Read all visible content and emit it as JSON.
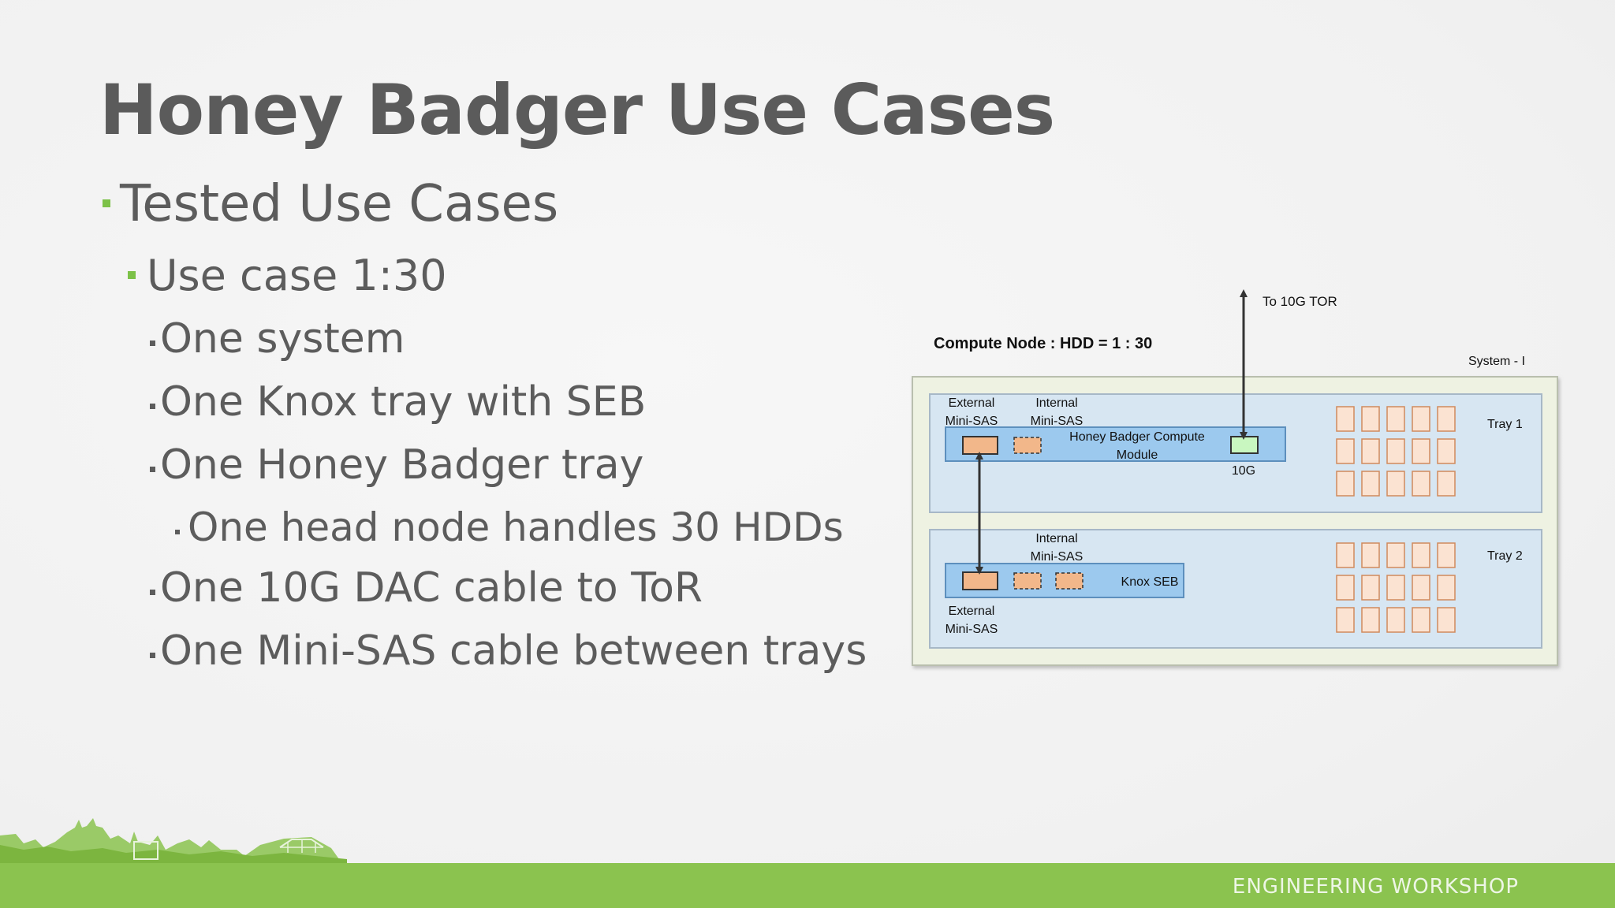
{
  "slide": {
    "title": "Honey Badger Use Cases",
    "footer": "ENGINEERING WORKSHOP"
  },
  "bullets": {
    "b1": "Tested Use Cases",
    "b2": "Use case 1:30",
    "b3": "One system",
    "b4": "One Knox tray with SEB",
    "b5": "One Honey Badger tray",
    "b6": "One head node handles 30 HDDs",
    "b7": "One 10G DAC cable to ToR",
    "b8": "One Mini-SAS cable between trays"
  },
  "diagram": {
    "heading": "Compute Node : HDD = 1 : 30",
    "to_tor": "To 10G TOR",
    "system_label": "System - I",
    "tray1_label": "Tray 1",
    "tray2_label": "Tray 2",
    "ext_sas_1a": "External",
    "ext_sas_1b": "Mini-SAS",
    "int_sas_1a": "Internal",
    "int_sas_1b": "Mini-SAS",
    "compute_module_a": "Honey Badger Compute",
    "compute_module_b": "Module",
    "port_10g": "10G",
    "int_sas_2a": "Internal",
    "int_sas_2b": "Mini-SAS",
    "knox_seb": "Knox SEB",
    "ext_sas_2a": "External",
    "ext_sas_2b": "Mini-SAS",
    "colors": {
      "system_fill": "#eef2e2",
      "tray_fill": "#d7e6f2",
      "module_fill": "#9cc9ee",
      "sas_fill": "#f2b78a",
      "port_fill": "#c9f7c0",
      "hdd_fill": "#fbe3d2",
      "accent": "#8bc34f"
    }
  }
}
